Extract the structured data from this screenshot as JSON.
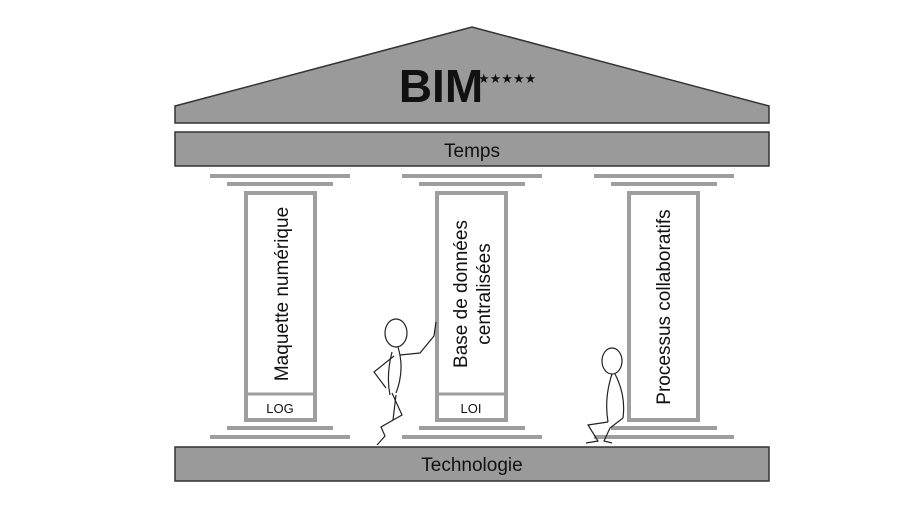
{
  "roof": {
    "title": "BIM",
    "stars": "★★★★★"
  },
  "beam": {
    "label": "Temps"
  },
  "base": {
    "label": "Technologie"
  },
  "pillars": [
    {
      "label_lines": [
        "Maquette numérique"
      ],
      "footer": "LOG"
    },
    {
      "label_lines": [
        "Base de données",
        "centralisées"
      ],
      "footer": "LOI"
    },
    {
      "label_lines": [
        "Processus collaboratifs"
      ],
      "footer": ""
    }
  ],
  "colors": {
    "fill": "#9a9a9a",
    "stroke": "#333333",
    "pillar": "#9e9e9e"
  }
}
